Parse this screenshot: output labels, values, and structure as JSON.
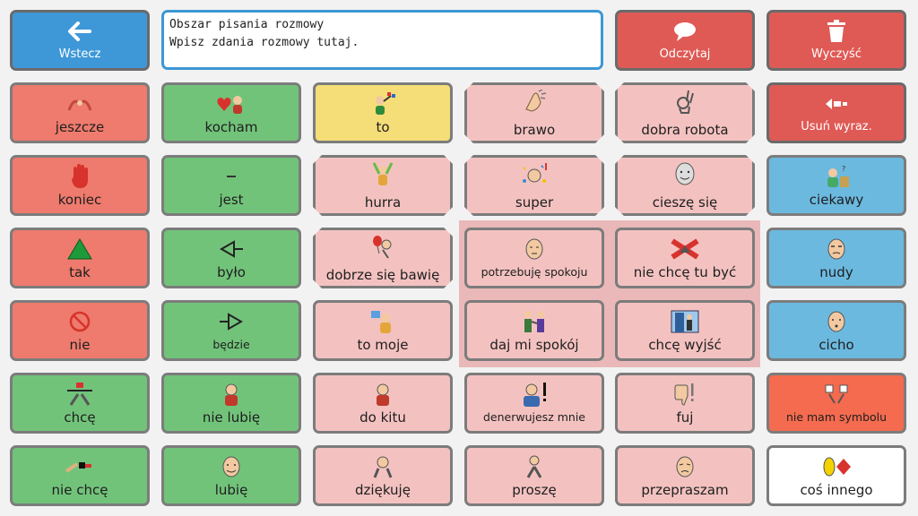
{
  "toolbar": {
    "back_label": "Wstecz",
    "speak_label": "Odczytaj",
    "clear_label": "Wyczyść",
    "delete_word_label": "Usuń wyraz."
  },
  "message_area": {
    "line1": "Obszar pisania rozmowy",
    "line2": "Wpisz zdania rozmowy tutaj."
  },
  "grid": {
    "row1": [
      "jeszcze",
      "kocham",
      "to",
      "brawo",
      "dobra robota"
    ],
    "row2": [
      "koniec",
      "jest",
      "hurra",
      "super",
      "cieszę się",
      "ciekawy"
    ],
    "row3": [
      "tak",
      "było",
      "dobrze się bawię",
      "potrzebuję spokoju",
      "nie chcę tu być",
      "nudy"
    ],
    "row4": [
      "nie",
      "będzie",
      "to moje",
      "daj mi spokój",
      "chcę wyjść",
      "cicho"
    ],
    "row5": [
      "chcę",
      "nie lubię",
      "do kitu",
      "denerwujesz mnie",
      "fuj",
      "nie mam symbolu"
    ],
    "row6": [
      "nie chcę",
      "lubię",
      "dziękuję",
      "proszę",
      "przepraszam",
      "coś innego"
    ]
  },
  "colors": {
    "red": "#ee7b6d",
    "green": "#72c37a",
    "yellow": "#f5dd78",
    "pink": "#f3c2c0",
    "blue": "#6cb9e0",
    "orange": "#f46b4f",
    "top_blue": "#3e98d8",
    "top_red": "#df5a55"
  }
}
